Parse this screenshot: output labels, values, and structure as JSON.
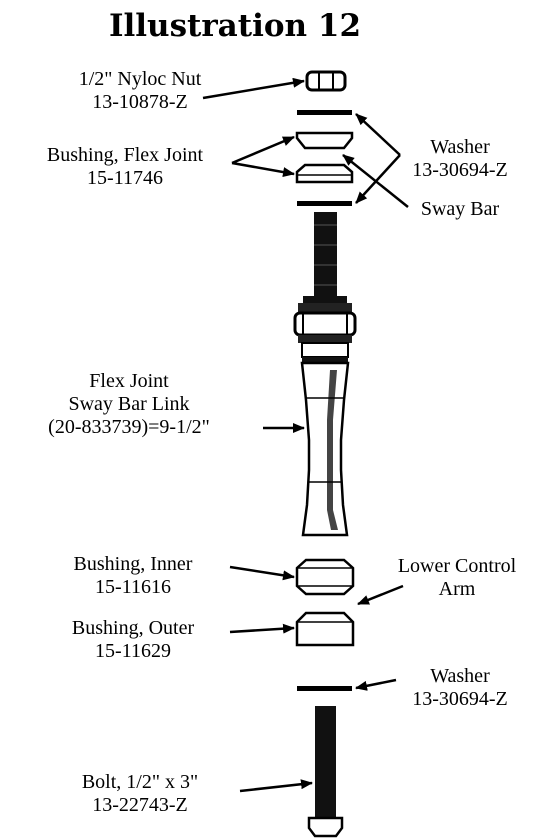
{
  "title": "Illustration 12",
  "labels": {
    "nyloc_nut": [
      "1/2\" Nyloc Nut",
      "13-10878-Z"
    ],
    "bushing_flex": [
      "Bushing, Flex Joint",
      "15-11746"
    ],
    "washer_top": [
      "Washer",
      "13-30694-Z"
    ],
    "sway_bar": [
      "Sway Bar"
    ],
    "flex_joint": [
      "Flex Joint",
      "Sway Bar Link",
      "(20-833739)=9-1/2\""
    ],
    "bushing_inner": [
      "Bushing, Inner",
      "15-11616"
    ],
    "lower_control_arm": [
      "Lower Control",
      "Arm"
    ],
    "bushing_outer": [
      "Bushing, Outer",
      "15-11629"
    ],
    "washer_bottom": [
      "Washer",
      "13-30694-Z"
    ],
    "bolt": [
      "Bolt, 1/2\" x 3\"",
      "13-22743-Z"
    ]
  }
}
